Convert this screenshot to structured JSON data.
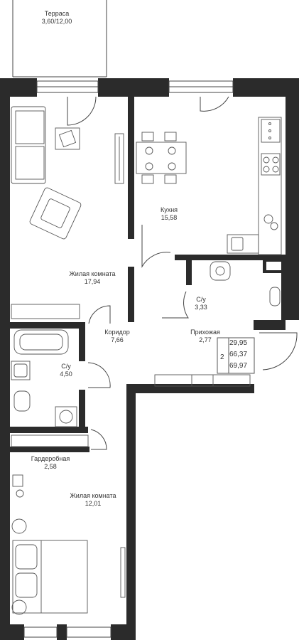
{
  "rooms": {
    "terrace": {
      "name": "Терраса",
      "area": "3,60/12,00"
    },
    "living1": {
      "name": "Жилая комната",
      "area": "17,94"
    },
    "kitchen": {
      "name": "Кухня",
      "area": "15,58"
    },
    "bath1": {
      "name": "С/у",
      "area": "3,33"
    },
    "corridor": {
      "name": "Коридор",
      "area": "7,66"
    },
    "hall": {
      "name": "Прихожая",
      "area": "2,77"
    },
    "bath2": {
      "name": "С/у",
      "area": "4,50"
    },
    "wardrobe": {
      "name": "Гардеробная",
      "area": "2,58"
    },
    "living2": {
      "name": "Жилая комната",
      "area": "12,01"
    }
  },
  "summary": {
    "rooms_count": "2",
    "living_area": "29,95",
    "total_area": "66,37",
    "total_with_terrace": "69,97"
  },
  "colors": {
    "wall": "#2b2b2b",
    "furniture": "#555555",
    "background": "#ffffff"
  }
}
